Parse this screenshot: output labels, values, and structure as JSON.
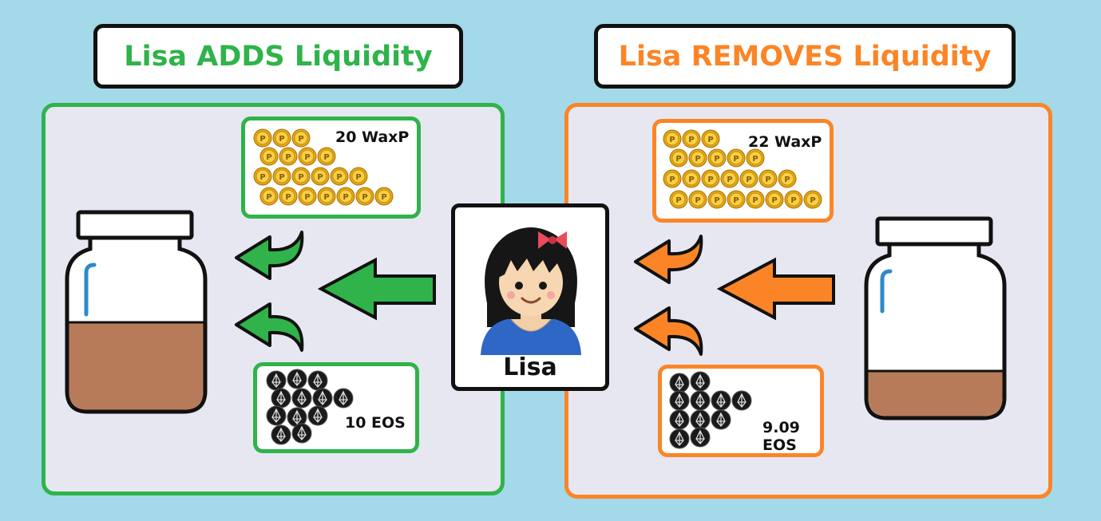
{
  "titles": {
    "adds": "Lisa ADDS Liquidity",
    "removes": "Lisa REMOVES Liquidity"
  },
  "user": {
    "name": "Lisa"
  },
  "adds_panel": {
    "waxp_amount": "20 WaxP",
    "eos_amount": "10 EOS"
  },
  "removes_panel": {
    "waxp_amount": "22 WaxP",
    "eos_amount": "9.09 EOS"
  },
  "colors": {
    "background": "#a3d9e9",
    "adds_accent": "#2fb34a",
    "removes_accent": "#fb8526",
    "panel_fill": "#e6e7f1",
    "liquid": "#b87b5a",
    "coin_gold": "#f4c430"
  },
  "icons": [
    "jar-icon",
    "coin-icon",
    "eos-token-icon",
    "arrow-left-icon",
    "curved-arrow-icon",
    "girl-avatar-icon"
  ]
}
